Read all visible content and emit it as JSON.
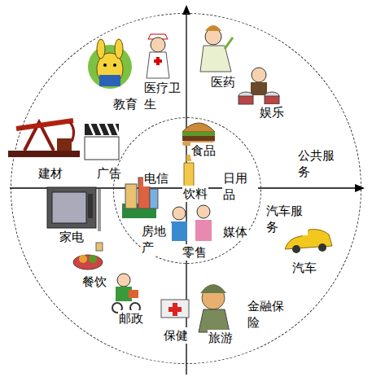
{
  "diagram": {
    "nodes": [
      {
        "text": [
          "教育",
          "医疗卫生",
          "医药",
          "娱乐",
          "建材",
          "广告",
          "公共服务",
          "家电",
          "汽车服务",
          "汽车",
          "餐饮",
          "邮政",
          "金融保险",
          "保健",
          "旅游"
        ]
      },
      {
        "text": [
          "食品",
          "电信",
          "饮料",
          "日用品",
          "房地产",
          "媒体",
          "零售"
        ],
        "in": 0
      }
    ]
  }
}
